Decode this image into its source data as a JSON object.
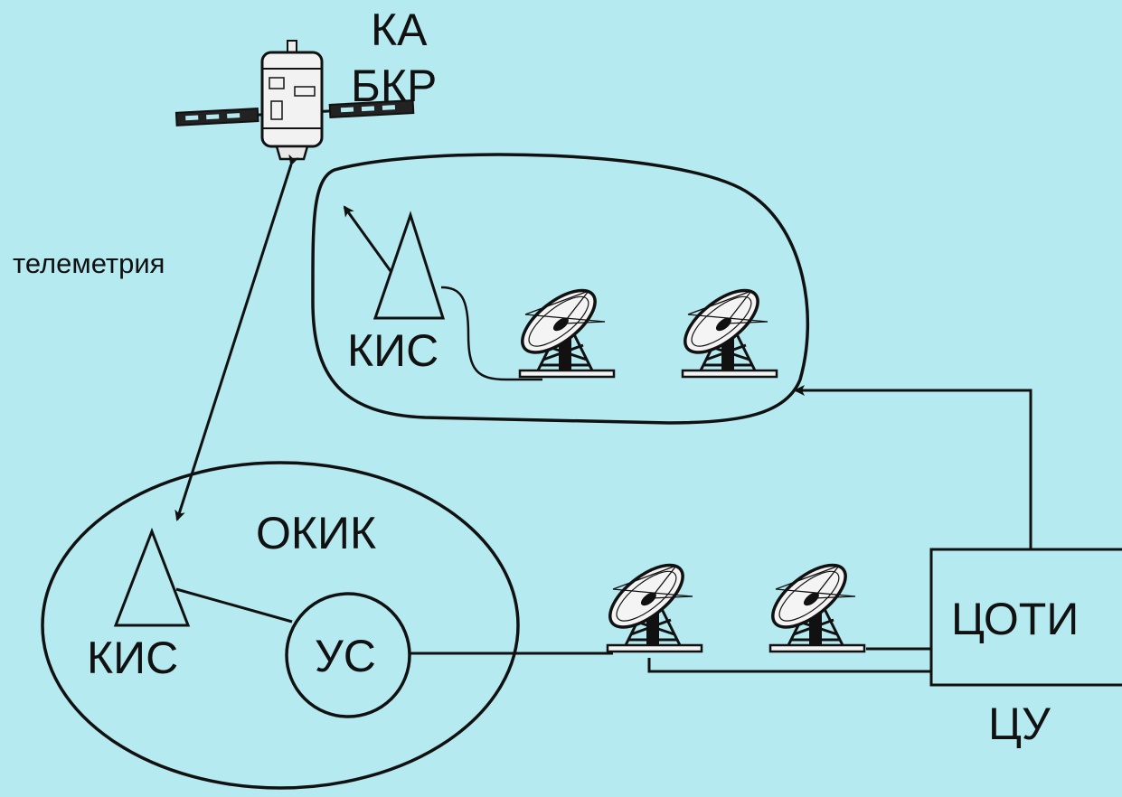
{
  "labels": {
    "spacecraft_line1": "КА",
    "spacecraft_line2": "БКР",
    "telemetry": "телеметрия",
    "kis_top": "КИС",
    "okik": "ОКИК",
    "kis_bottom": "КИС",
    "us": "УС",
    "coti": "ЦОТИ",
    "cu": "ЦУ"
  },
  "colors": {
    "background": "#b5eaf0",
    "ink": "#111111"
  }
}
